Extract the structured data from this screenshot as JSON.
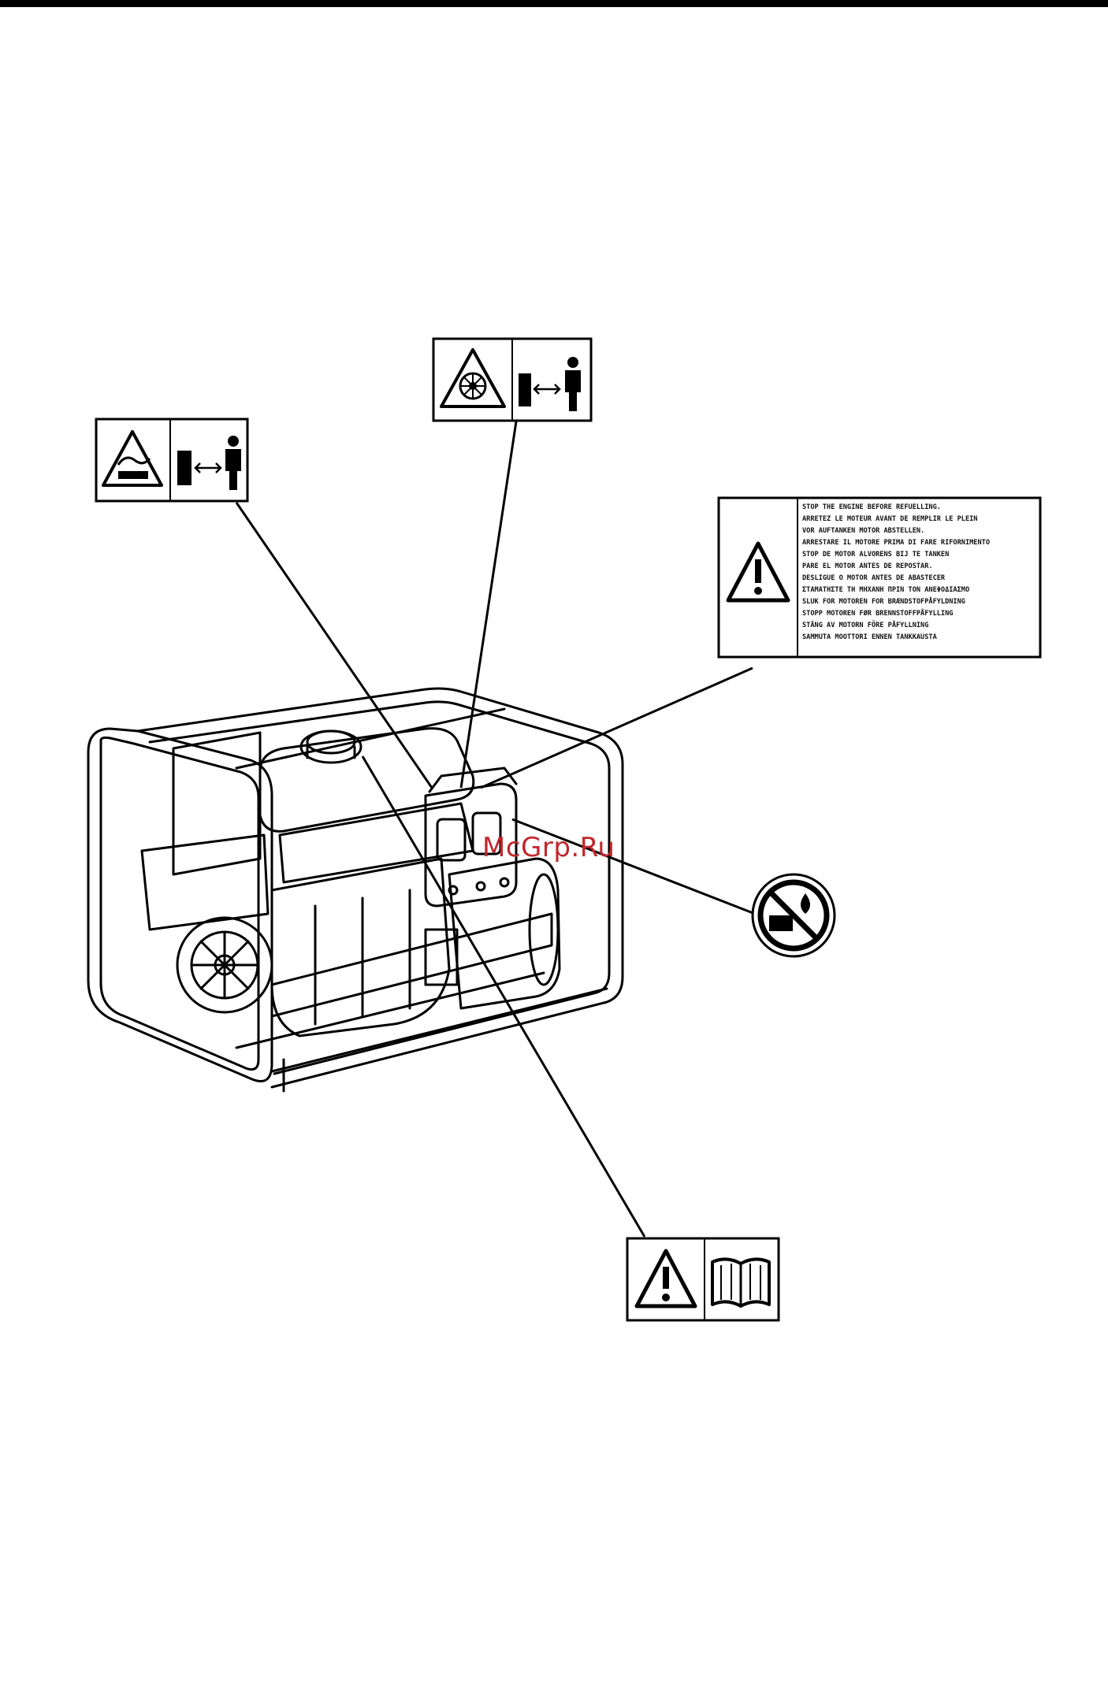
{
  "watermark": "McGrp.Ru",
  "labels": {
    "hot_surface": {
      "icons": [
        "hot-surface-icon",
        "keep-distance-icon"
      ]
    },
    "rotating_parts": {
      "icons": [
        "rotating-parts-icon",
        "keep-distance-icon"
      ]
    },
    "refuel_warning": {
      "icon": "warning-triangle-icon",
      "lines": [
        "STOP THE ENGINE BEFORE REFUELLING.",
        "ARRETEZ LE MOTEUR AVANT DE REMPLIR LE PLEIN",
        "VOR AUFTANKEN MOTOR ABSTELLEN.",
        "ARRESTARE IL MOTORE PRIMA DI FARE RIFORNIMENTO",
        "STOP DE MOTOR ALVORENS BIJ TE TANKEN",
        "PARE EL MOTOR ANTES DE REPOSTAR.",
        "DESLIGUE O MOTOR ANTES DE ABASTECER",
        "ΣΤΑΜΑΤΗΣΤΕ ΤΗ ΜΗΧΑΝΗ ΠΡΙΝ ΤΟΝ ΑΝΕΦΟΔΙΑΣΜΟ",
        "SLUK FOR MOTOREN FOR BRÆNDSTOFPÅFYLDNING",
        "STOPP MOTOREN FØR BRENNSTOFFPÅFYLLING",
        "STÄNG AV MOTORN FÖRE PÅFYLLNING",
        "SAMMUTA MOOTTORI ENNEN TANKKAUSTA"
      ]
    },
    "no_water": {
      "icon": "no-water-icon"
    },
    "read_manual": {
      "icons": [
        "warning-triangle-icon",
        "manual-book-icon"
      ]
    }
  },
  "colors": {
    "ink": "#000000",
    "watermark": "#c1272d"
  }
}
